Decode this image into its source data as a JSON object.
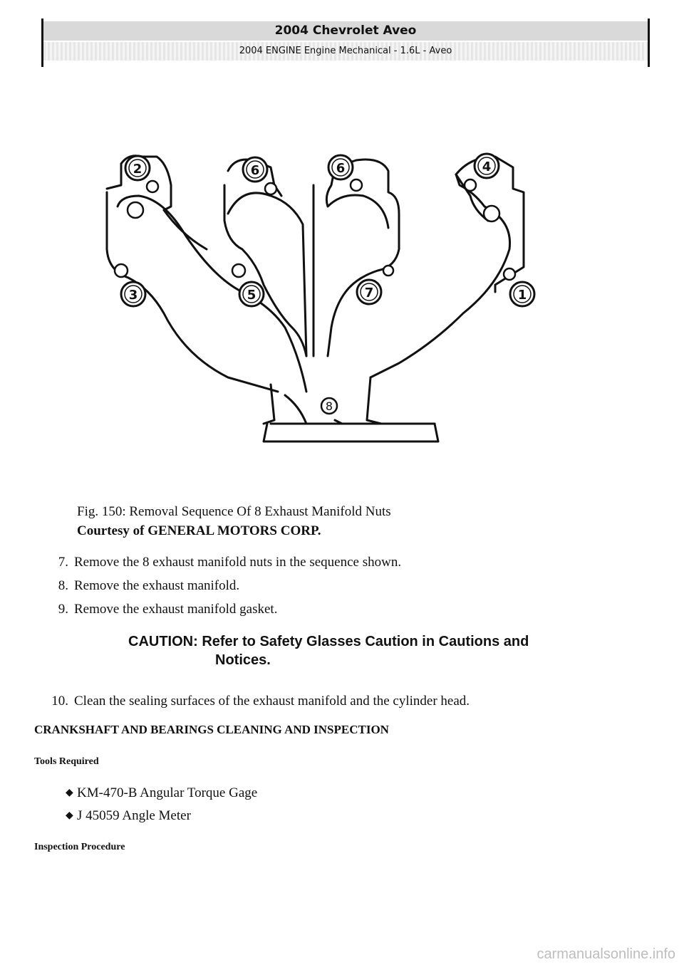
{
  "header": {
    "title": "2004 Chevrolet Aveo",
    "subtitle": "2004 ENGINE Engine Mechanical - 1.6L - Aveo"
  },
  "figure": {
    "callouts": [
      "1",
      "2",
      "3",
      "4",
      "5",
      "6",
      "7",
      "8"
    ],
    "caption_line1": "Fig. 150: Removal Sequence Of 8 Exhaust Manifold Nuts",
    "caption_line2": "Courtesy of GENERAL MOTORS CORP."
  },
  "steps": [
    {
      "num": "7.",
      "text": "Remove the 8 exhaust manifold nuts in the sequence shown."
    },
    {
      "num": "8.",
      "text": "Remove the exhaust manifold."
    },
    {
      "num": "9.",
      "text": "Remove the exhaust manifold gasket."
    }
  ],
  "caution": {
    "line1": "CAUTION: Refer to Safety Glasses Caution in Cautions and",
    "line2": "Notices."
  },
  "step10": {
    "num": "10.",
    "text": "Clean the sealing surfaces of the exhaust manifold and the cylinder head."
  },
  "section_heading": "CRANKSHAFT AND BEARINGS CLEANING AND INSPECTION",
  "tools_label": "Tools Required",
  "tools": [
    "KM-470-B Angular Torque Gage",
    "J 45059 Angle Meter"
  ],
  "inspection_label": "Inspection Procedure",
  "watermark": "carmanualsonline.info"
}
